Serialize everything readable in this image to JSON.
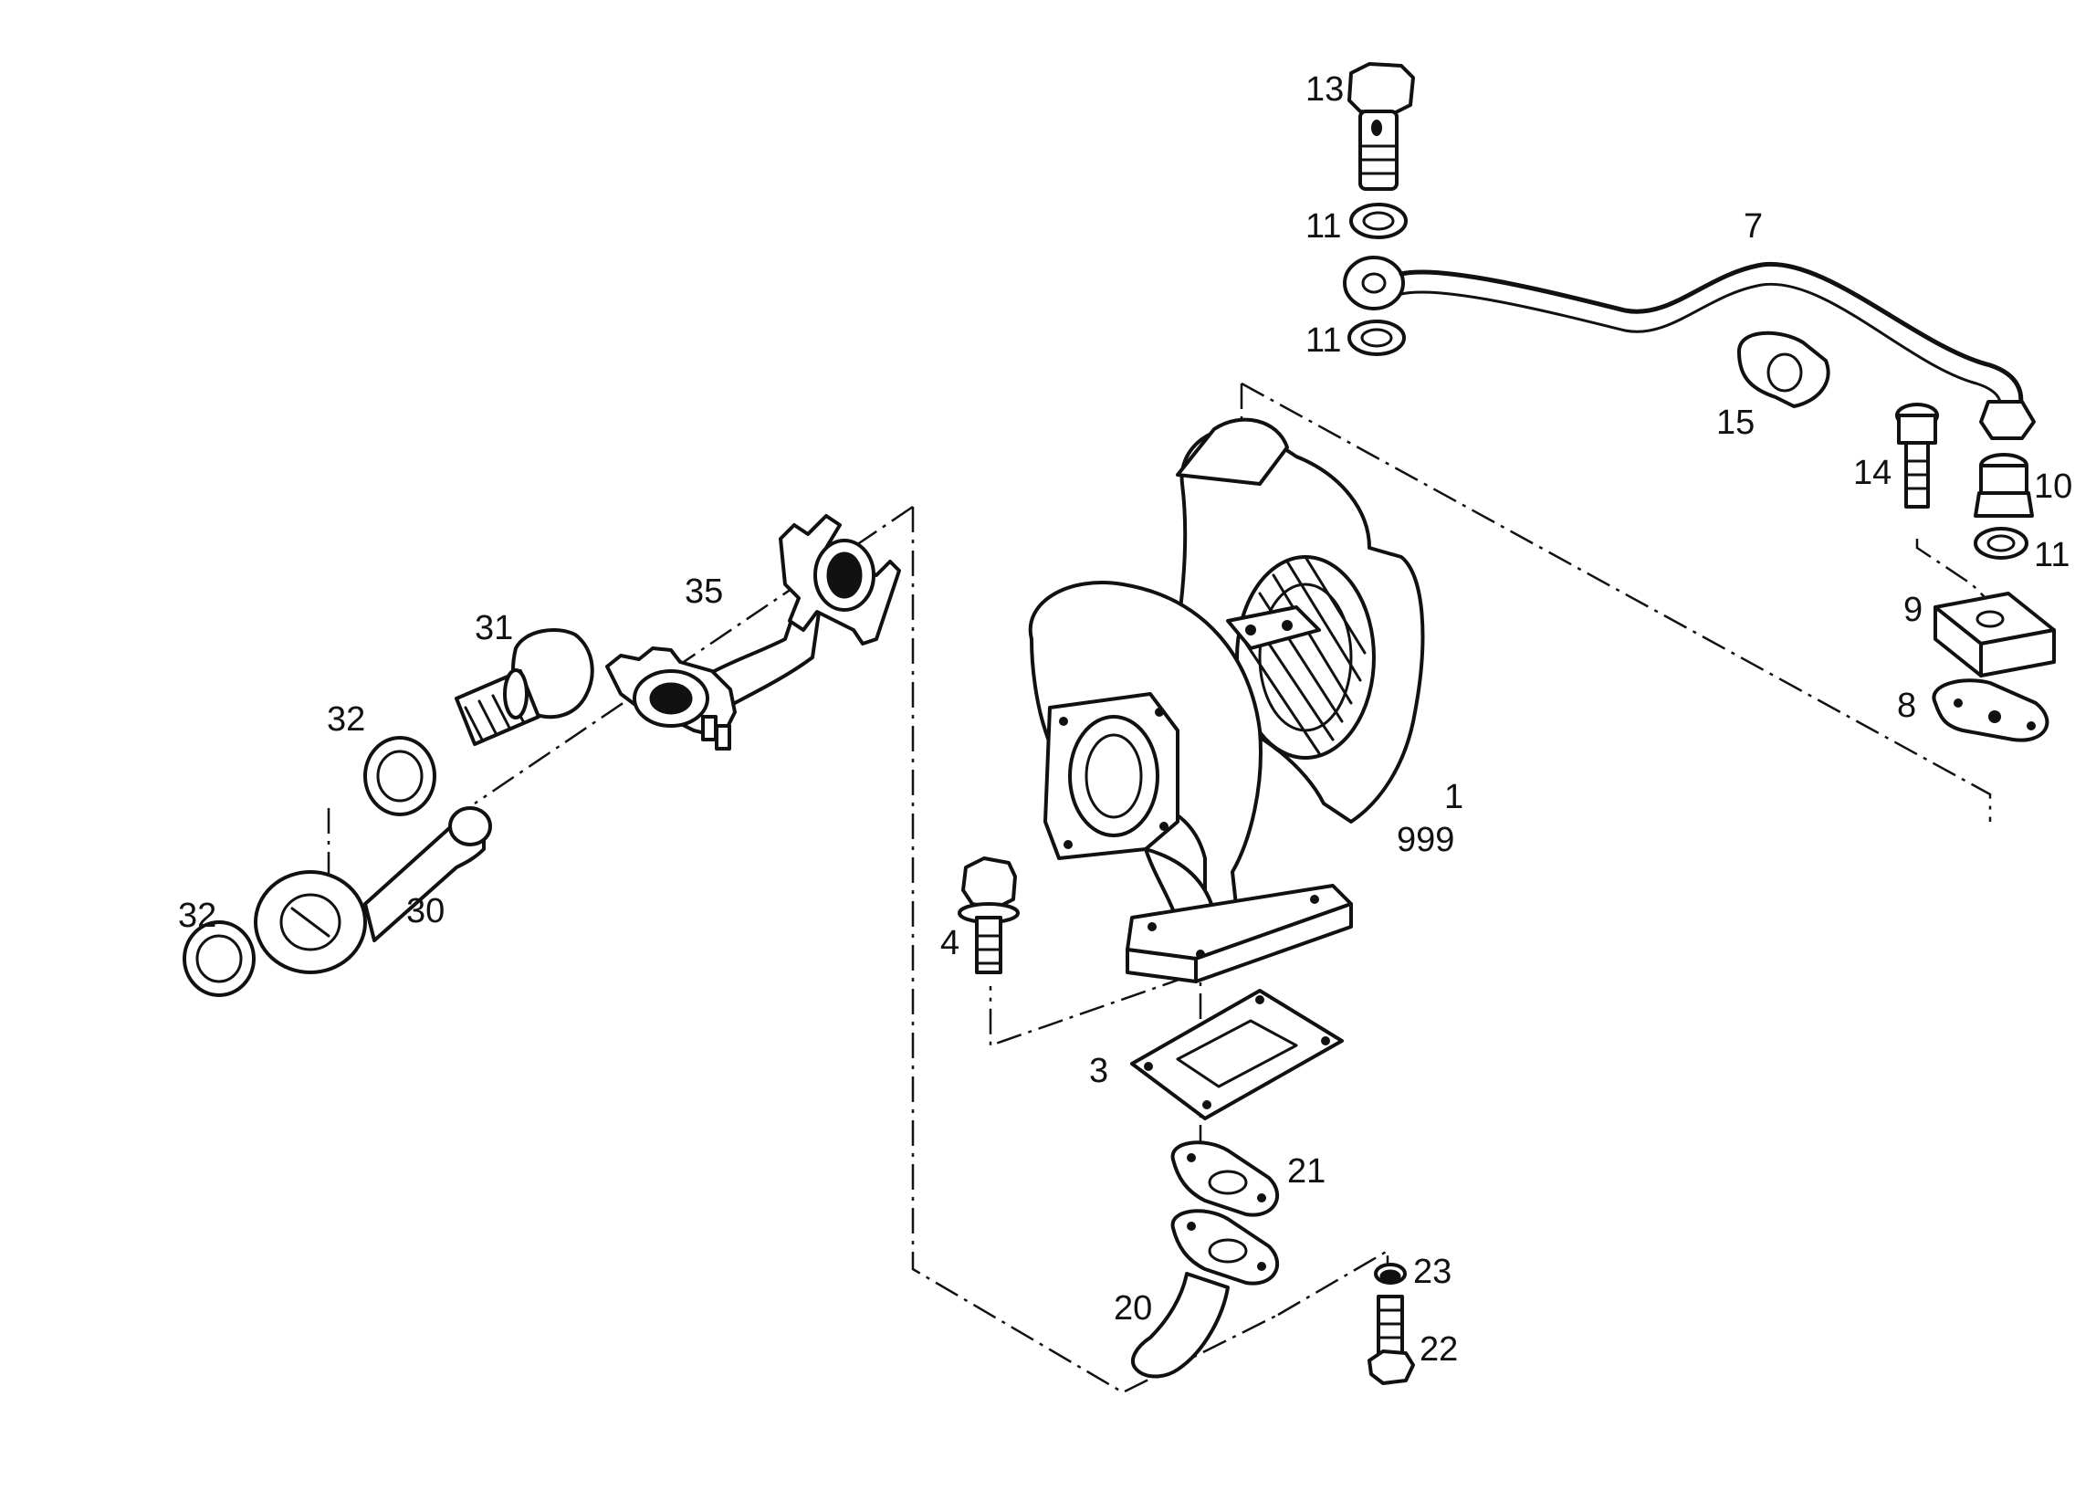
{
  "diagram": {
    "type": "exploded-parts-view",
    "callouts": [
      {
        "id": "c13",
        "label": "13"
      },
      {
        "id": "c11a",
        "label": "11"
      },
      {
        "id": "c11b",
        "label": "11"
      },
      {
        "id": "c7",
        "label": "7"
      },
      {
        "id": "c15",
        "label": "15"
      },
      {
        "id": "c14",
        "label": "14"
      },
      {
        "id": "c10",
        "label": "10"
      },
      {
        "id": "c11c",
        "label": "11"
      },
      {
        "id": "c9",
        "label": "9"
      },
      {
        "id": "c8",
        "label": "8"
      },
      {
        "id": "c1",
        "label": "1"
      },
      {
        "id": "c999",
        "label": "999"
      },
      {
        "id": "c35",
        "label": "35"
      },
      {
        "id": "c31",
        "label": "31"
      },
      {
        "id": "c32a",
        "label": "32"
      },
      {
        "id": "c30",
        "label": "30"
      },
      {
        "id": "c32b",
        "label": "32"
      },
      {
        "id": "c4",
        "label": "4"
      },
      {
        "id": "c3",
        "label": "3"
      },
      {
        "id": "c21",
        "label": "21"
      },
      {
        "id": "c23",
        "label": "23"
      },
      {
        "id": "c20",
        "label": "20"
      },
      {
        "id": "c22",
        "label": "22"
      }
    ]
  }
}
